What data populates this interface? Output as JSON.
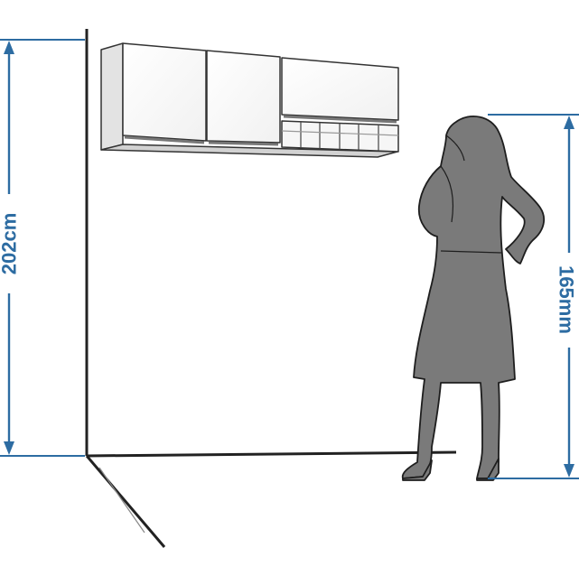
{
  "dimensions": {
    "ceiling_height": {
      "label": "202cm",
      "value": 202,
      "unit": "cm"
    },
    "person_height": {
      "label": "165mm",
      "value": 165,
      "unit": "mm"
    }
  },
  "colors": {
    "dimension": "#2d6ca2",
    "silhouette": "#7a7a7a",
    "outline": "#1e1e1e",
    "wall_line": "#222222"
  }
}
